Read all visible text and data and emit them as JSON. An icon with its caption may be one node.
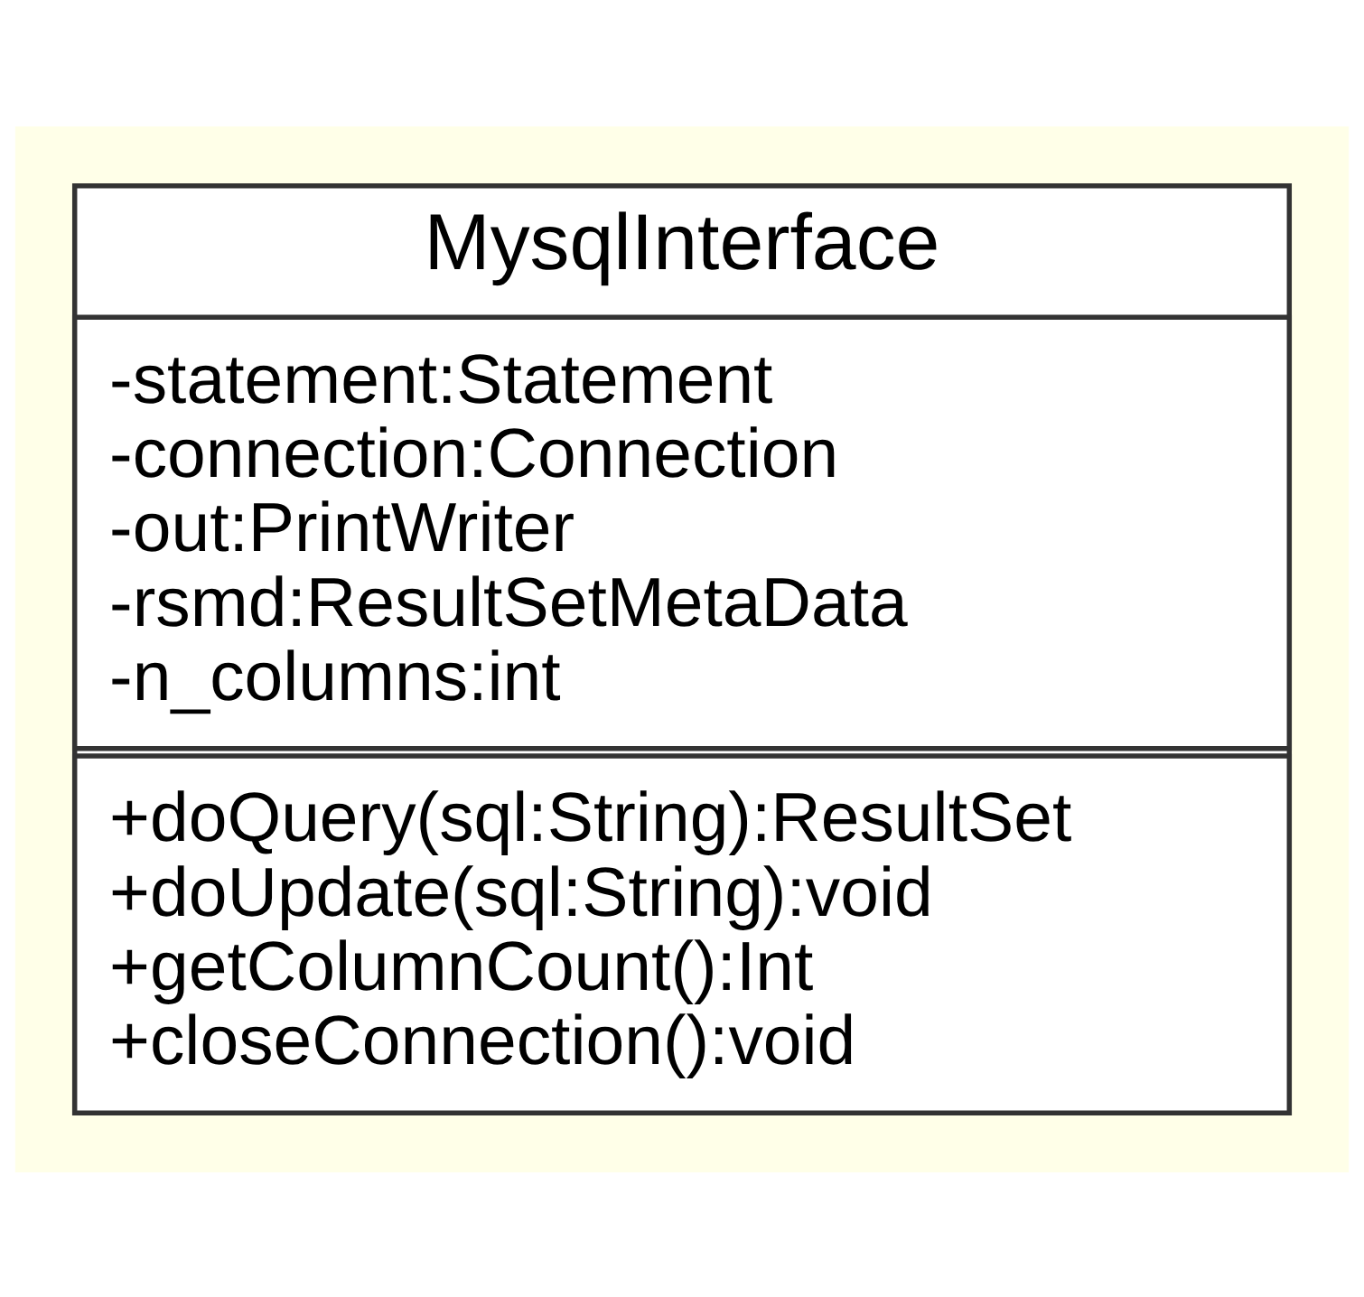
{
  "diagram": {
    "nodes": [
      {
        "text": [
          "MysqlInterface"
        ]
      },
      {
        "text": [
          "-statement:Statement",
          "-connection:Connection",
          "-out:PrintWriter",
          "-rsmd:ResultSetMetaData",
          "-n_columns:int"
        ],
        "in": 0
      },
      {
        "text": [
          "+doQuery(sql:String):ResultSet",
          "+doUpdate(sql:String):void",
          "+getColumnCount():Int",
          "+closeConnection():void"
        ],
        "in": 0
      }
    ],
    "edges": []
  }
}
